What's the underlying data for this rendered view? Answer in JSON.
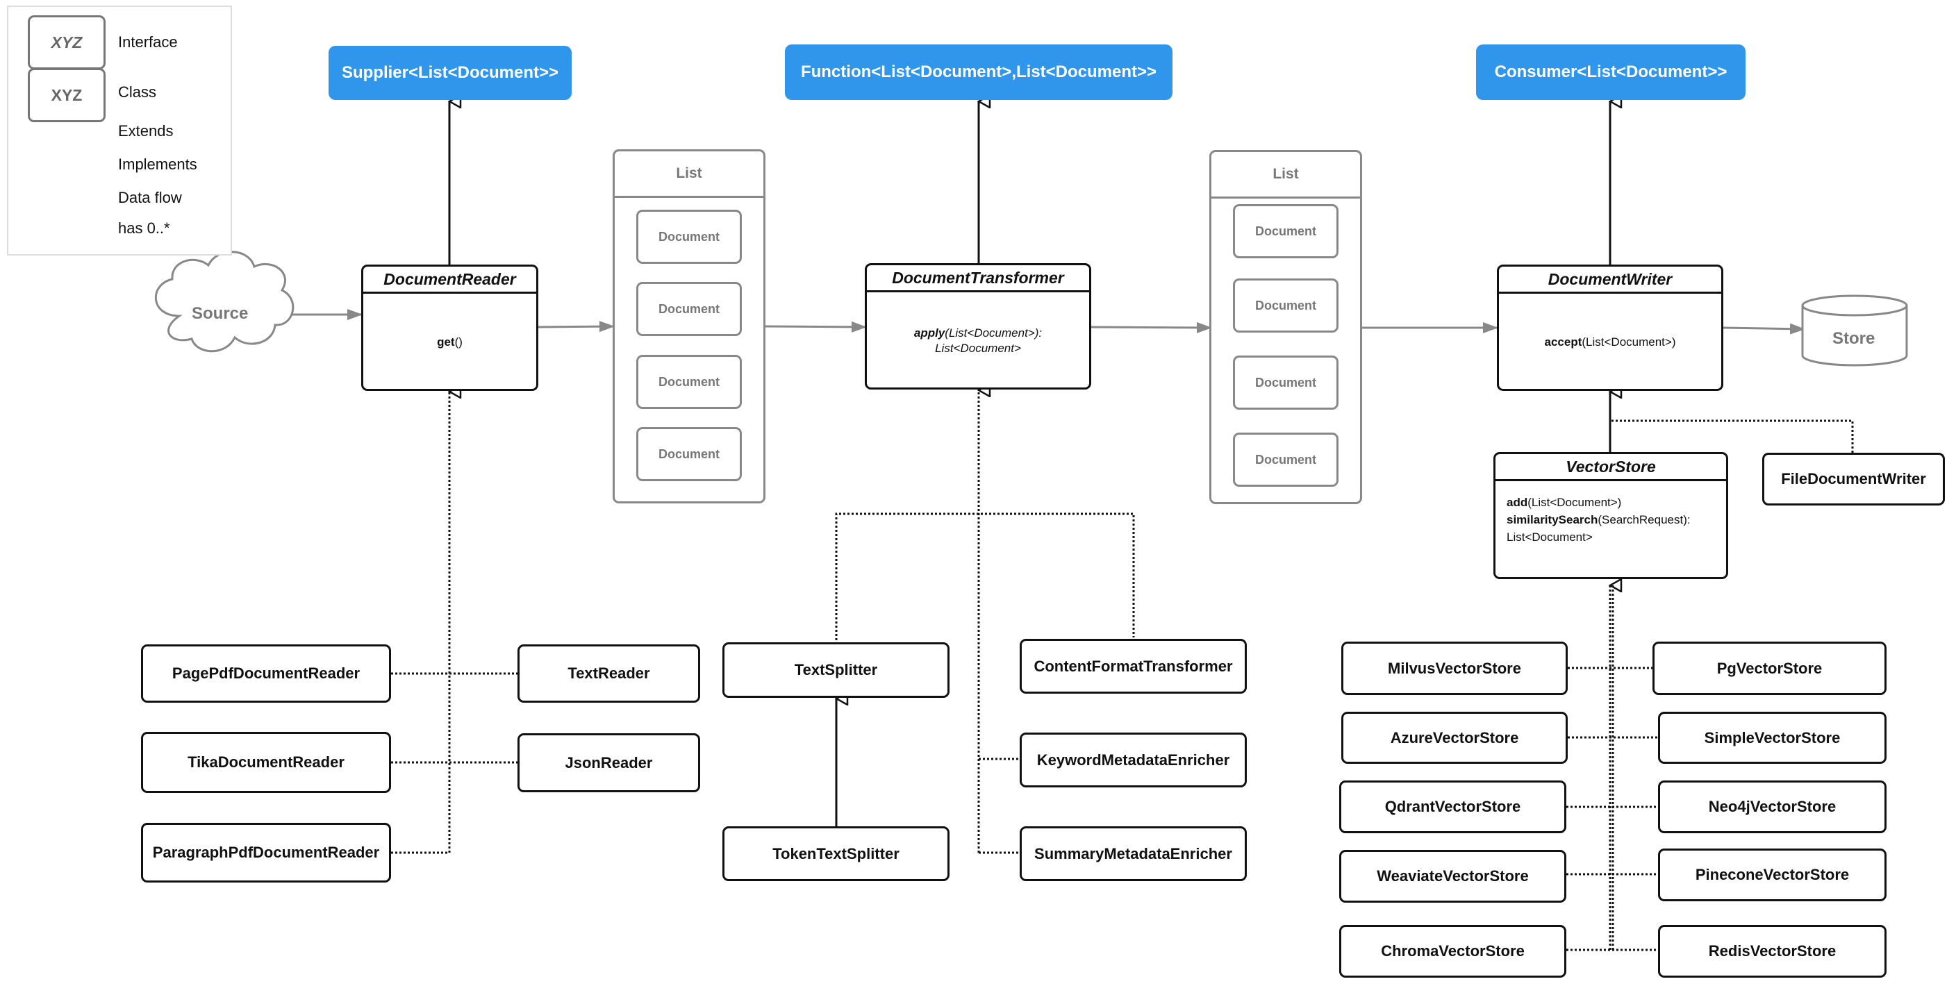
{
  "legend": {
    "interface_box": "XYZ",
    "interface_label": "Interface",
    "class_box": "XYZ",
    "class_label": "Class",
    "extends_label": "Extends",
    "implements_label": "Implements",
    "dataflow_label": "Data flow",
    "has_label": "has 0..*"
  },
  "interfaces_top": {
    "supplier": "Supplier<List<Document>>",
    "function": "Function<List<Document>,List<Document>>",
    "consumer": "Consumer<List<Document>>"
  },
  "source": "Source",
  "store": "Store",
  "reader": {
    "title": "DocumentReader",
    "method": "get",
    "params": "()"
  },
  "transformer": {
    "title": "DocumentTransformer",
    "method": "apply",
    "params": "(List<Document>):",
    "ret": "List<Document>"
  },
  "writer": {
    "title": "DocumentWriter",
    "method": "accept",
    "params": "(List<Document>)"
  },
  "vectorstore": {
    "title": "VectorStore",
    "m1": "add",
    "m1p": "(List<Document>)",
    "m2": "similaritySearch",
    "m2p": "(SearchRequest):",
    "m2r": "List<Document>"
  },
  "list1": {
    "header": "List",
    "docs": [
      "Document",
      "Document",
      "Document",
      "Document"
    ]
  },
  "list2": {
    "header": "List",
    "docs": [
      "Document",
      "Document",
      "Document",
      "Document"
    ]
  },
  "readers": {
    "pagepdf": "PagePdfDocumentReader",
    "tika": "TikaDocumentReader",
    "paragraph": "ParagraphPdfDocumentReader",
    "text": "TextReader",
    "json": "JsonReader"
  },
  "transformers": {
    "textsplitter": "TextSplitter",
    "token": "TokenTextSplitter",
    "contentformat": "ContentFormatTransformer",
    "keyword": "KeywordMetadataEnricher",
    "summary": "SummaryMetadataEnricher"
  },
  "writers": {
    "file": "FileDocumentWriter"
  },
  "vectorstores": {
    "milvus": "MilvusVectorStore",
    "azure": "AzureVectorStore",
    "qdrant": "QdrantVectorStore",
    "weaviate": "WeaviateVectorStore",
    "chroma": "ChromaVectorStore",
    "pg": "PgVectorStore",
    "simple": "SimpleVectorStore",
    "neo4j": "Neo4jVectorStore",
    "pinecone": "PineconeVectorStore",
    "redis": "RedisVectorStore"
  },
  "colors": {
    "accent": "#2f96ec",
    "line": "#111111",
    "flow": "#888888"
  }
}
